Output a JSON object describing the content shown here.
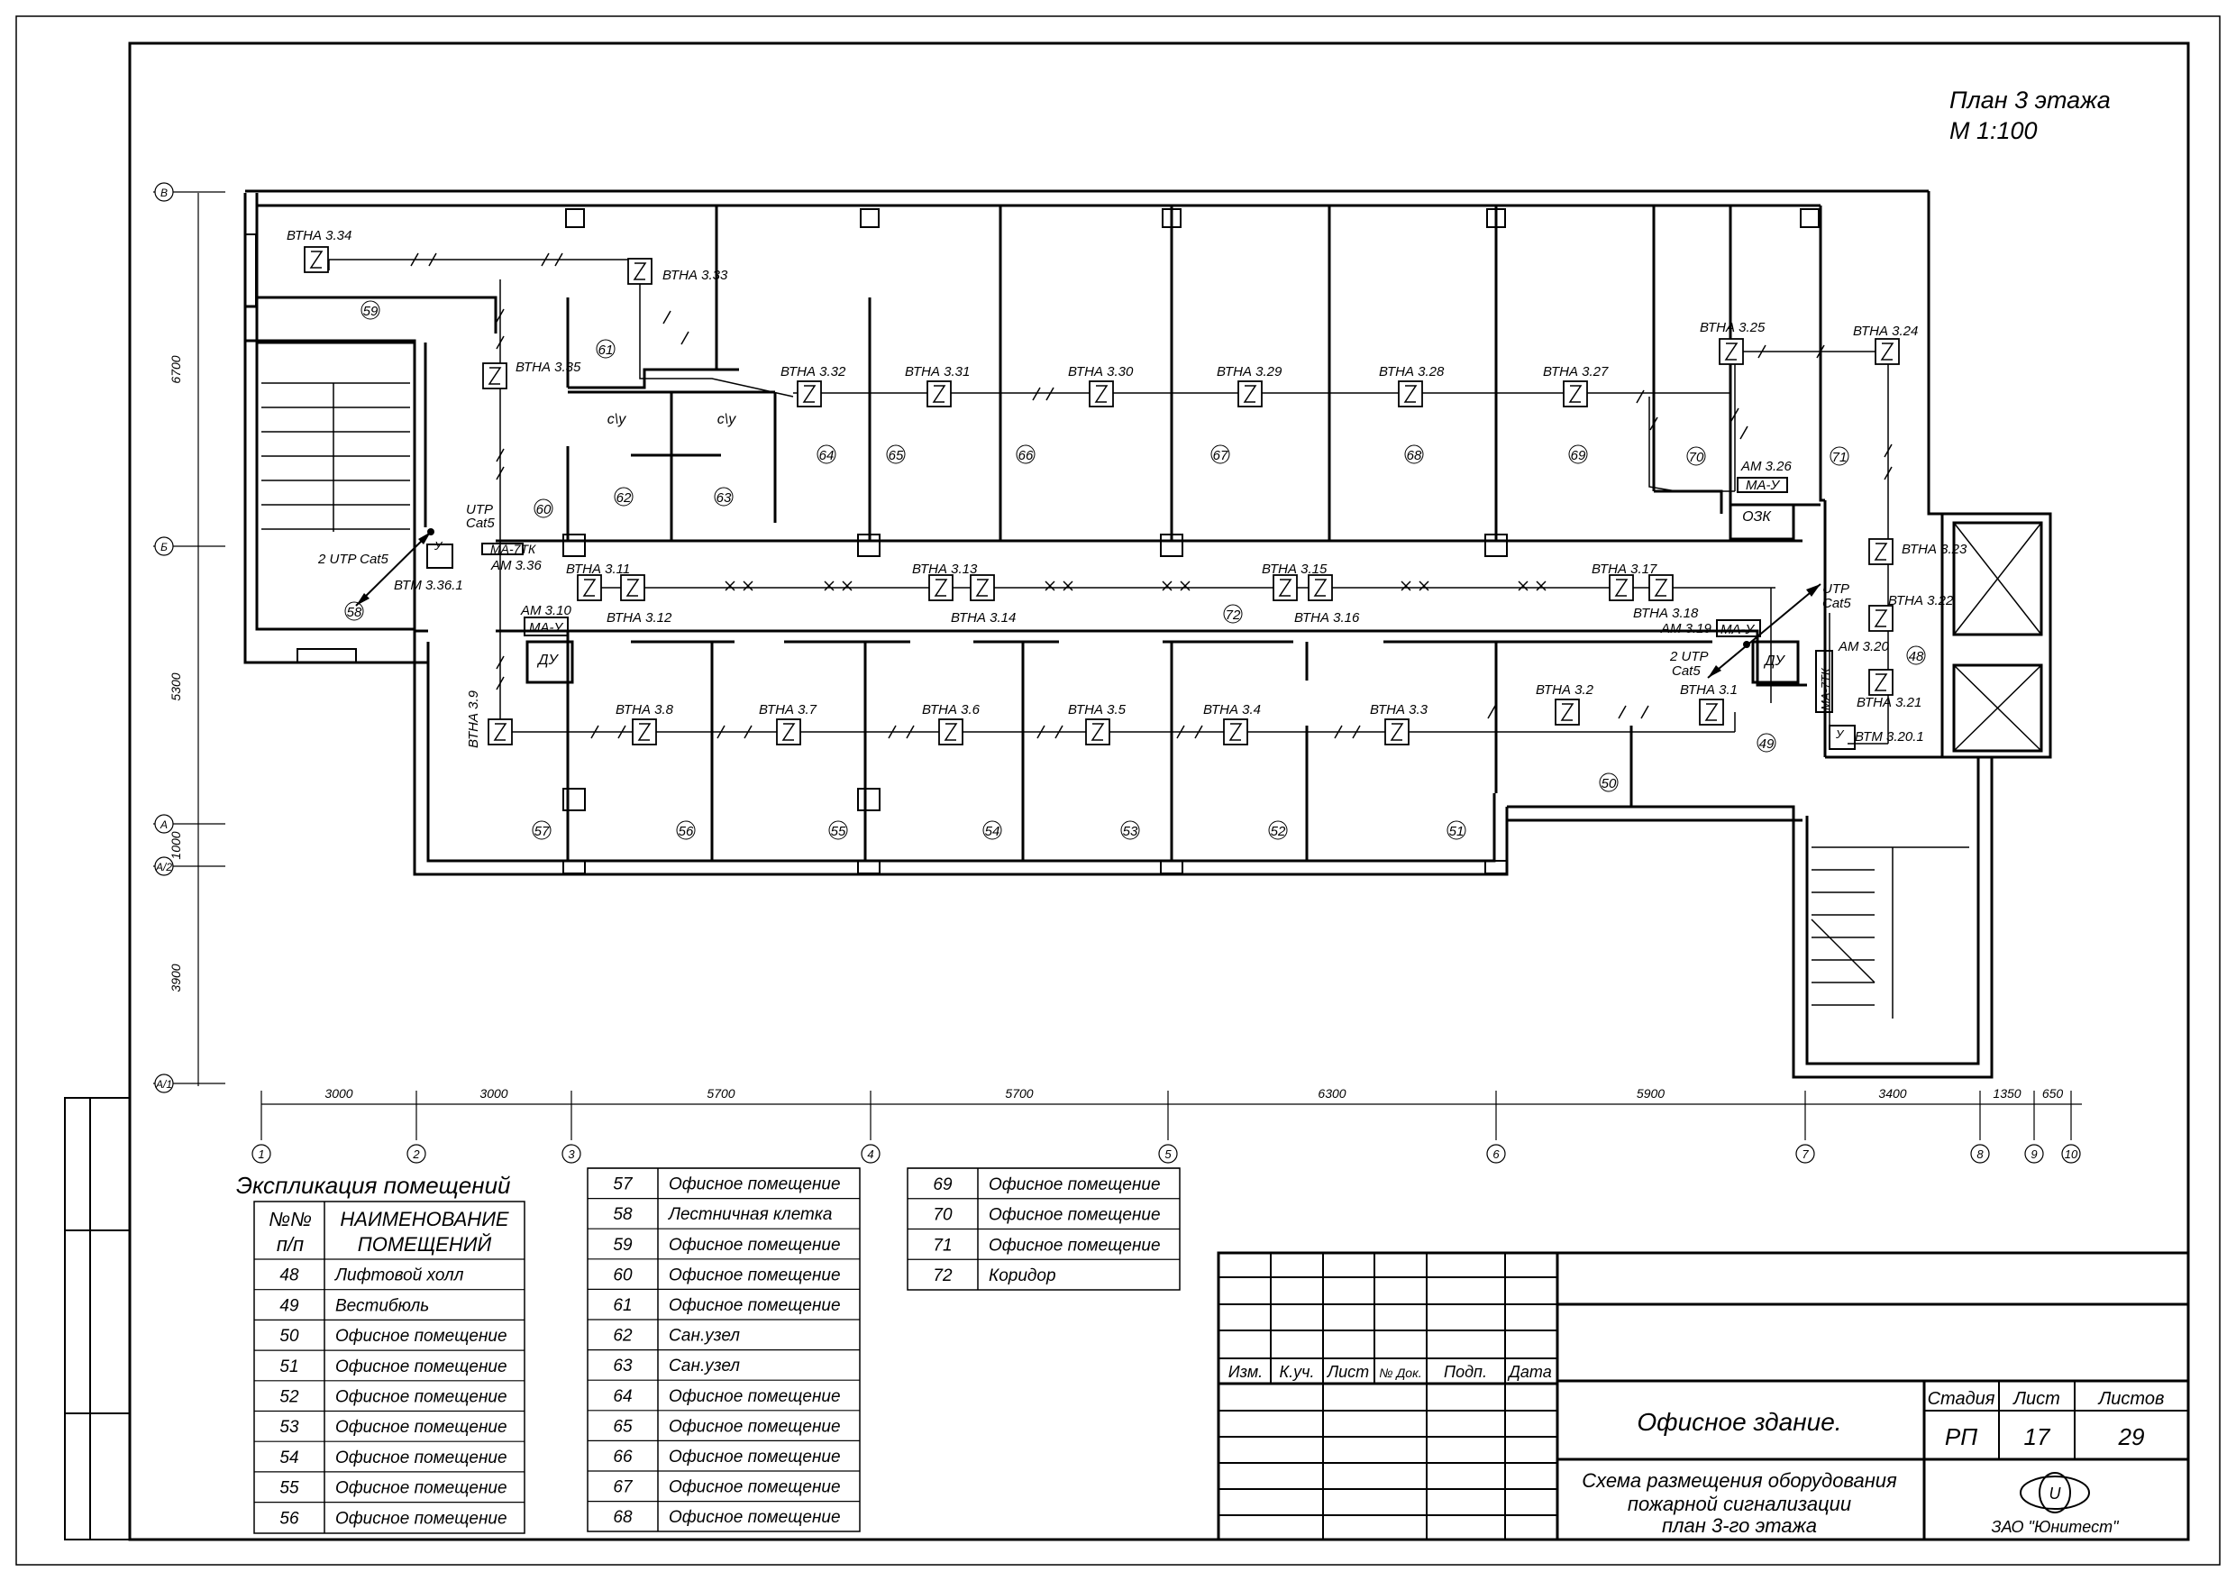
{
  "plan": {
    "title": "План 3 этажа",
    "scale": "М 1:100"
  },
  "axes": {
    "columns": [
      {
        "label": "1"
      },
      {
        "label": "2"
      },
      {
        "label": "3"
      },
      {
        "label": "4"
      },
      {
        "label": "5"
      },
      {
        "label": "6"
      },
      {
        "label": "7"
      },
      {
        "label": "8"
      },
      {
        "label": "9"
      },
      {
        "label": "10"
      }
    ],
    "column_dims": [
      "3000",
      "3000",
      "5700",
      "5700",
      "6300",
      "5900",
      "3400",
      "1350",
      "650"
    ],
    "rows": [
      {
        "label": "В"
      },
      {
        "label": "Б"
      },
      {
        "label": "А"
      },
      {
        "label": "А/2"
      },
      {
        "label": "А/1"
      }
    ],
    "row_dims": [
      "6700",
      "5300",
      "1000",
      "3900"
    ]
  },
  "rooms": [
    "59",
    "61",
    "60",
    "62",
    "63",
    "64",
    "65",
    "66",
    "67",
    "68",
    "69",
    "70",
    "71",
    "58",
    "72",
    "48",
    "57",
    "56",
    "55",
    "54",
    "53",
    "52",
    "51",
    "50",
    "49"
  ],
  "room_labels": [
    "с\\у",
    "с\\у",
    "ОЗК",
    "ДУ",
    "ДУ"
  ],
  "devices": {
    "detectors": [
      "ВТНА 3.34",
      "ВТНА 3.33",
      "ВТНА 3.35",
      "ВТНА 3.32",
      "ВТНА 3.31",
      "ВТНА 3.30",
      "ВТНА 3.29",
      "ВТНА 3.28",
      "ВТНА 3.27",
      "ВТНА 3.25",
      "ВТНА 3.24",
      "ВТНА 3.11",
      "ВТНА 3.12",
      "ВТНА 3.13",
      "ВТНА 3.14",
      "ВТНА 3.15",
      "ВТНА 3.16",
      "ВТНА 3.17",
      "ВТНА 3.18",
      "ВТНА 3.23",
      "ВТНА 3.22",
      "ВТНА 3.21",
      "ВТНА 3.9",
      "ВТНА 3.8",
      "ВТНА 3.7",
      "ВТНА 3.6",
      "ВТНА 3.5",
      "ВТНА 3.4",
      "ВТНА 3.3",
      "ВТНА 3.2",
      "ВТНА 3.1"
    ],
    "modules": [
      "АМ 3.36",
      "МА-7ТК",
      "ВТМ 3.36.1",
      "АМ 3.10",
      "МА-У",
      "АМ 3.26",
      "МА-У",
      "АМ 3.19",
      "МА-У",
      "АМ 3.20",
      "МА-7ТК",
      "ВТМ 3.20.1"
    ],
    "cables": [
      "UTP",
      "Cat5",
      "2 UTP Cat5",
      "UTP",
      "Cat5",
      "2 UTP",
      "Cat5"
    ]
  },
  "explication": {
    "title": "Экспликация помещений",
    "headers": [
      "№№ п/п",
      "НАИМЕНОВАНИЕ ПОМЕЩЕНИЙ"
    ],
    "table1": [
      [
        "48",
        "Лифтовой холл"
      ],
      [
        "49",
        "Вестибюль"
      ],
      [
        "50",
        "Офисное помещение"
      ],
      [
        "51",
        "Офисное помещение"
      ],
      [
        "52",
        "Офисное помещение"
      ],
      [
        "53",
        "Офисное помещение"
      ],
      [
        "54",
        "Офисное помещение"
      ],
      [
        "55",
        "Офисное помещение"
      ],
      [
        "56",
        "Офисное помещение"
      ]
    ],
    "table2": [
      [
        "57",
        "Офисное помещение"
      ],
      [
        "58",
        "Лестничная клетка"
      ],
      [
        "59",
        "Офисное помещение"
      ],
      [
        "60",
        "Офисное помещение"
      ],
      [
        "61",
        "Офисное помещение"
      ],
      [
        "62",
        "Сан.узел"
      ],
      [
        "63",
        "Сан.узел"
      ],
      [
        "64",
        "Офисное помещение"
      ],
      [
        "65",
        "Офисное помещение"
      ],
      [
        "66",
        "Офисное помещение"
      ],
      [
        "67",
        "Офисное помещение"
      ],
      [
        "68",
        "Офисное помещение"
      ]
    ],
    "table3": [
      [
        "69",
        "Офисное помещение"
      ],
      [
        "70",
        "Офисное помещение"
      ],
      [
        "71",
        "Офисное помещение"
      ],
      [
        "72",
        "Коридор"
      ]
    ]
  },
  "title_block": {
    "revision_headers": [
      "Изм.",
      "К.уч.",
      "Лист",
      "№ Док.",
      "Подп.",
      "Дата"
    ],
    "object": "Офисное здание.",
    "stage_label": "Стадия",
    "stage": "РП",
    "sheet_label": "Лист",
    "sheet": "17",
    "sheets_label": "Листов",
    "sheets": "29",
    "description": [
      "Схема размещения оборудования",
      "пожарной сигнализации",
      "план 3-го  этажа"
    ],
    "company": "ЗАО \"Юнитест\""
  }
}
